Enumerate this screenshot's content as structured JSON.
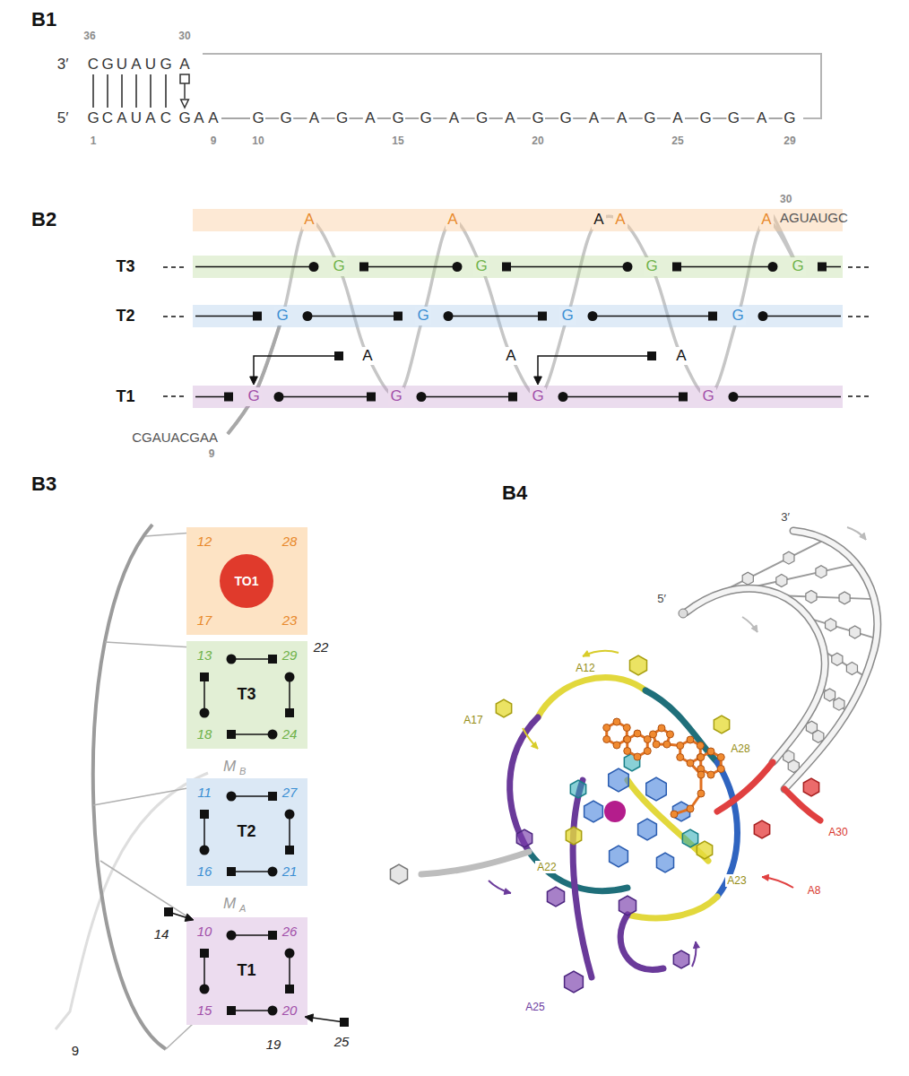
{
  "diagram": {
    "nodes": [
      {
        "text": [
          "A",
          "A",
          "A",
          "A",
          "A"
        ]
      },
      {
        "text": [
          "T3",
          "G",
          "G",
          "G",
          "G"
        ]
      },
      {
        "text": [
          "T2",
          "G",
          "G",
          "G",
          "G"
        ]
      },
      {
        "text": [
          "T1",
          "G",
          "G",
          "G",
          "G"
        ]
      },
      {
        "text": [
          "12",
          "28",
          "17",
          "23"
        ]
      },
      {
        "text": [
          "TO1"
        ],
        "in": 4
      },
      {
        "text": [
          "13",
          "29",
          "T3",
          "18",
          "24"
        ]
      },
      {
        "text": [
          "11",
          "27",
          "T2",
          "16",
          "21"
        ]
      },
      {
        "text": [
          "10",
          "26",
          "T1",
          "15",
          "20"
        ]
      }
    ],
    "labels": [
      "B1",
      "36",
      "30",
      "3′",
      "C",
      "G",
      "U",
      "A",
      "U",
      "G",
      "A",
      "5′",
      "G",
      "C",
      "A",
      "U",
      "A",
      "C",
      "G",
      "A",
      "A",
      "G",
      "G",
      "A",
      "G",
      "A",
      "G",
      "G",
      "A",
      "G",
      "A",
      "G",
      "G",
      "A",
      "A",
      "G",
      "A",
      "G",
      "G",
      "A",
      "G",
      "1",
      "9",
      "10",
      "15",
      "20",
      "25",
      "29",
      "B2",
      "30",
      "AGUAUGC",
      "A",
      "A",
      "A",
      "CGAUACGAA",
      "9",
      "B3",
      "22",
      "M",
      "B",
      "M",
      "A",
      "14",
      "25",
      "19",
      "9",
      "B4",
      "3′",
      "5′",
      "A12",
      "A17",
      "A28",
      "A30",
      "A22",
      "A23",
      "A8",
      "A25"
    ]
  }
}
